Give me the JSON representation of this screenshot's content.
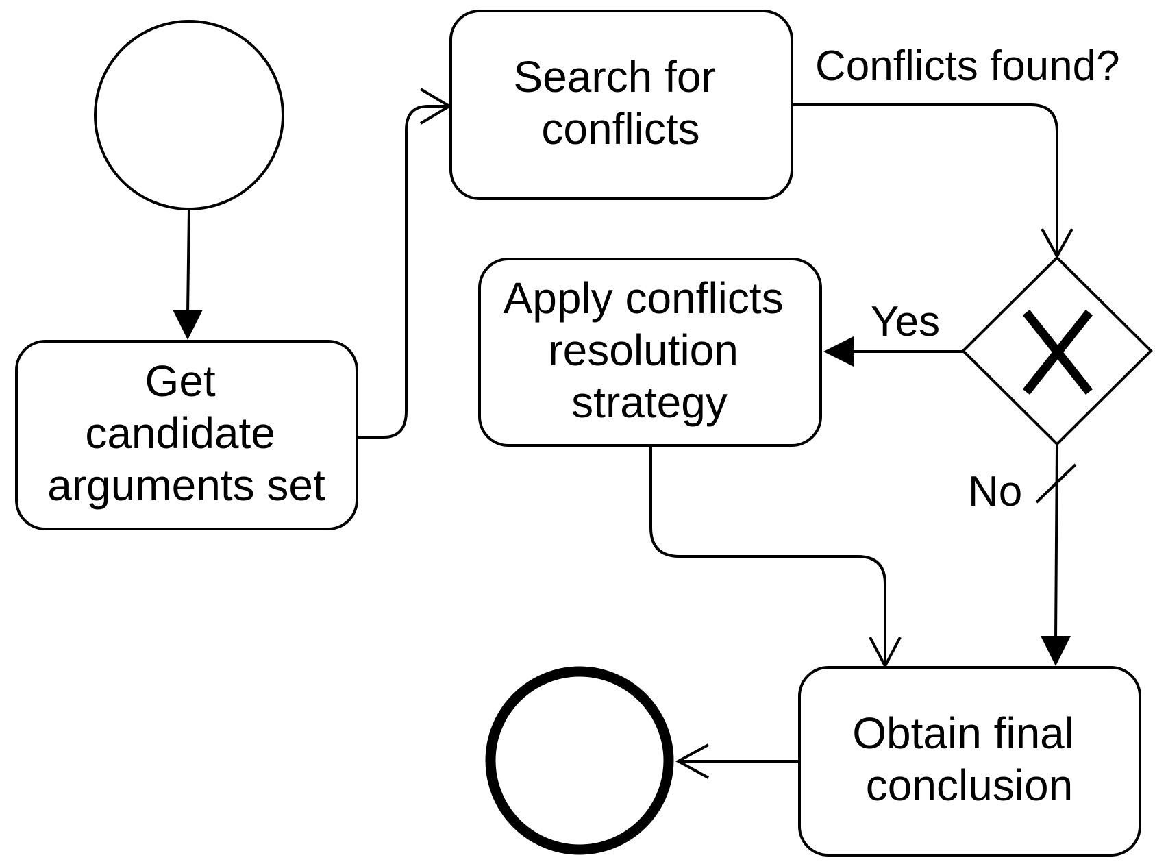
{
  "diagram": {
    "nodes": {
      "start": {
        "type": "start-event"
      },
      "get_candidates": {
        "type": "task",
        "lines": [
          "Get",
          "candidate",
          "arguments set"
        ]
      },
      "search_conflicts": {
        "type": "task",
        "lines": [
          "Search for",
          "conflicts"
        ]
      },
      "gateway": {
        "type": "exclusive-gateway",
        "icon": "x-icon"
      },
      "apply_strategy": {
        "type": "task",
        "lines": [
          "Apply conflicts",
          "resolution",
          "strategy"
        ]
      },
      "obtain_conclusion": {
        "type": "task",
        "lines": [
          "Obtain final",
          "conclusion"
        ]
      },
      "end": {
        "type": "end-event"
      }
    },
    "edges": {
      "conflicts_found": "Conflicts found?",
      "yes": "Yes",
      "no": "No"
    },
    "colors": {
      "stroke": "#000000",
      "background": "#ffffff"
    }
  }
}
